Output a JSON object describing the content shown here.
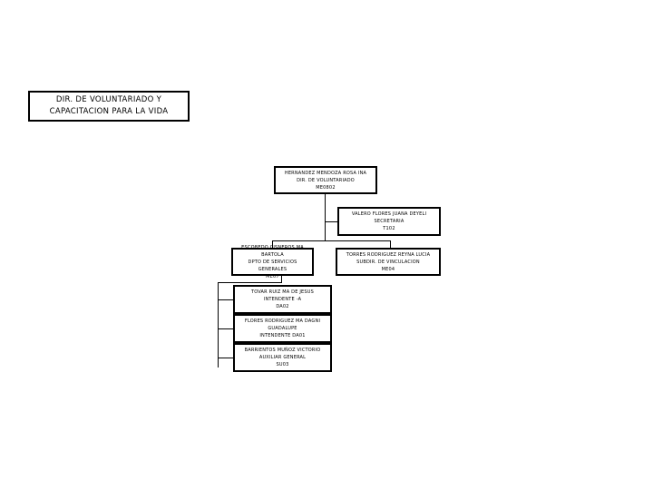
{
  "title": {
    "line1": "DIR. DE VOLUNTARIADO Y",
    "line2": "CAPACITACION PARA LA VIDA"
  },
  "nodes": [
    {
      "name": "HERNANDEZ MENDOZA ROSA INA",
      "role": "DIR. DE VOLUNTARIADO",
      "code": "ME0802"
    },
    {
      "name": "VALERO FLORES JUANA DEYELI",
      "role": "SECRETARIA",
      "code": "T102"
    },
    {
      "name": "ESCOBEDO CISNEROS MA BARTOLA",
      "role": "DPTO DE SERVICIOS GENERALES",
      "code": "ME07"
    },
    {
      "name": "TORRES RODRIGUEZ REYNA LUCIA",
      "role": "SUBDIR. DE VINCULACION",
      "code": "ME04"
    },
    {
      "name": "TOVAR RUIZ MA DE JESUS",
      "role": "INTENDENTE -A",
      "code": "DA02"
    },
    {
      "name": "FLORES RODRIGUEZ MA DAGNI",
      "role": "GUADALUPE",
      "code": "INTENDENTE DA01"
    },
    {
      "name": "BARRIENTOS MUÑOZ VICTORIO",
      "role": "AUXILIAR GENERAL",
      "code": "SU03"
    }
  ]
}
